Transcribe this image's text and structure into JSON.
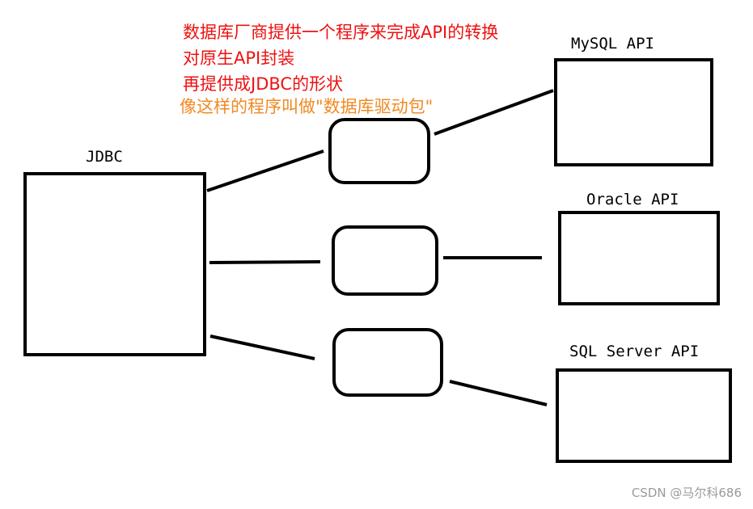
{
  "notes": {
    "line1": "数据库厂商提供一个程序来完成API的转换",
    "line2": "对原生API封装",
    "line3": "再提供成JDBC的形状",
    "line4": "像这样的程序叫做\"数据库驱动包\"",
    "color_red": "#ee1111",
    "color_orange": "#f08a24"
  },
  "labels": {
    "jdbc": "JDBC",
    "mysql": "MySQL API",
    "oracle": "Oracle API",
    "sqlserver": "SQL Server API"
  },
  "watermark": "CSDN @马尔科686"
}
